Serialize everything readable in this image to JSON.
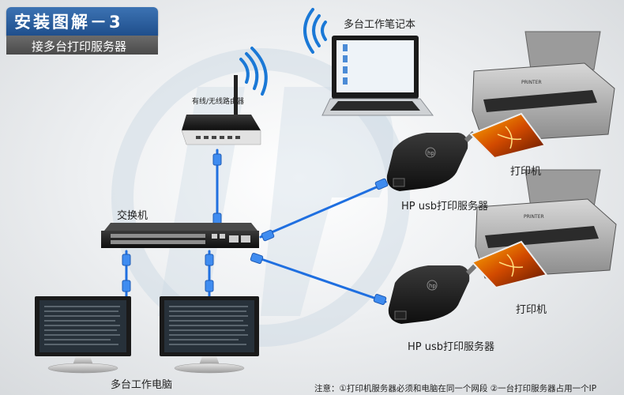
{
  "header": {
    "title": "安装图解－3",
    "subtitle": "接多台打印服务器"
  },
  "labels": {
    "router": "有线/无线路由器",
    "laptop": "多台工作笔记本",
    "switch": "交换机",
    "print_server_1": "HP usb打印服务器",
    "print_server_2": "HP usb打印服务器",
    "printer_1": "打印机",
    "printer_2": "打印机",
    "desktop_pcs": "多台工作电脑",
    "printer_brand": "PRINTER",
    "hp_logo": "hp"
  },
  "footer": {
    "note": "注意：①打印机服务器必须和电脑在同一个网段 ②一台打印服务器占用一个IP"
  },
  "colors": {
    "title_blue": "#2a5e9f",
    "subtitle_gray": "#555555",
    "cable_blue": "#1f6fe0",
    "wifi_blue": "#1a78d6"
  }
}
